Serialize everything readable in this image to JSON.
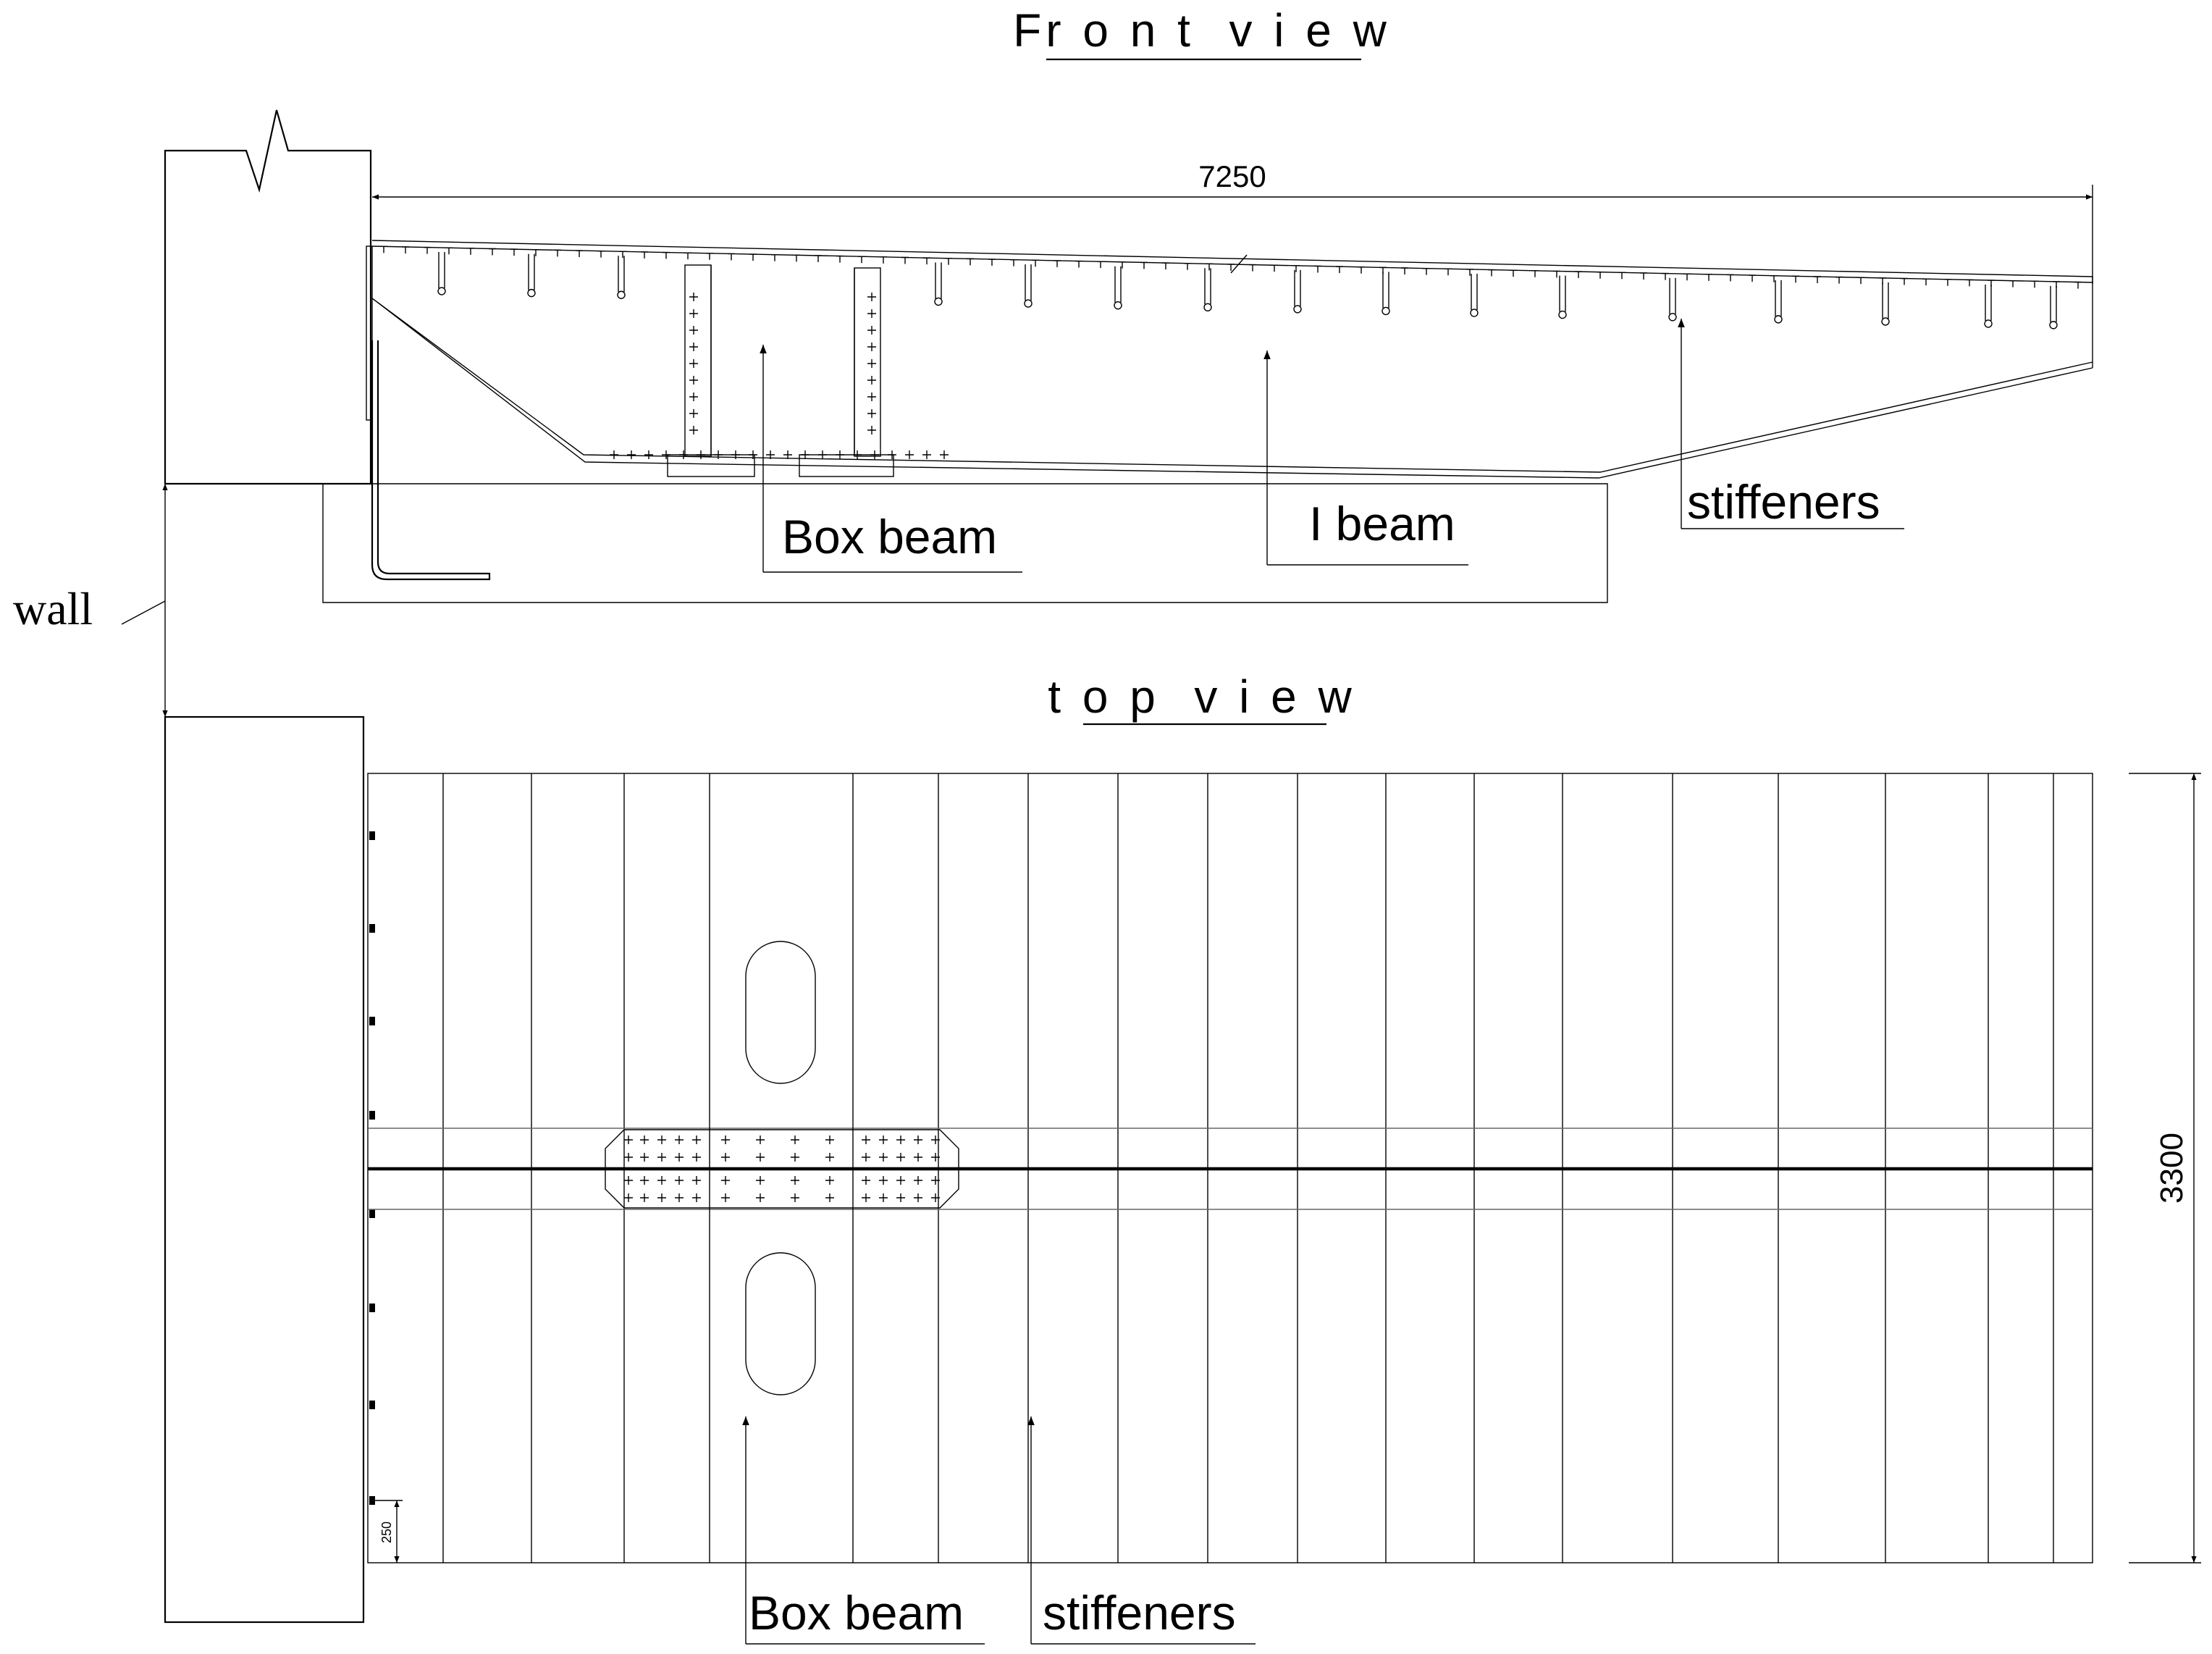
{
  "front_view": {
    "title": "Fr o n t  v i e w",
    "span_dimension": "7250",
    "labels": {
      "box_beam": "Box beam",
      "i_beam": "I beam",
      "stiffeners": "stiffeners"
    }
  },
  "wall_label": "wall",
  "top_view": {
    "title": "t o p  v i e w",
    "width_dimension": "3300",
    "small_dimension": "250",
    "labels": {
      "box_beam": "Box beam",
      "stiffeners": "stiffeners"
    }
  }
}
